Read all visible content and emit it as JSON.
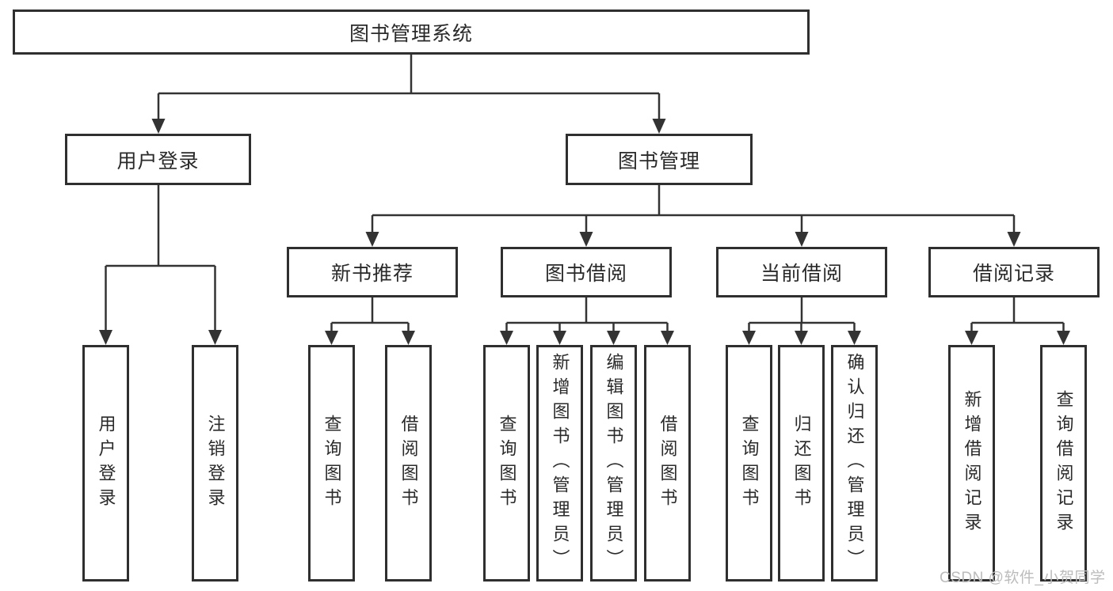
{
  "diagram": {
    "title": "图书管理系统",
    "root": "图书管理系统",
    "level2": [
      "用户登录",
      "图书管理"
    ],
    "level3": [
      "新书推荐",
      "图书借阅",
      "当前借阅",
      "借阅记录"
    ],
    "leaves": [
      "用户登录",
      "注销登录",
      "查询图书",
      "借阅图书",
      "查询图书",
      "新增图书（管理员）",
      "编辑图书（管理员）",
      "借阅图书",
      "查询图书",
      "归还图书",
      "确认归还（管理员）",
      "新增借阅记录",
      "查询借阅记录"
    ]
  },
  "watermark": "CSDN @软件_小贺同学",
  "colors": {
    "line": "#333333",
    "box_border": "#2f2f2f",
    "text": "#2a2a2a",
    "watermark_text": "#bcbcbc",
    "background": "#ffffff"
  }
}
